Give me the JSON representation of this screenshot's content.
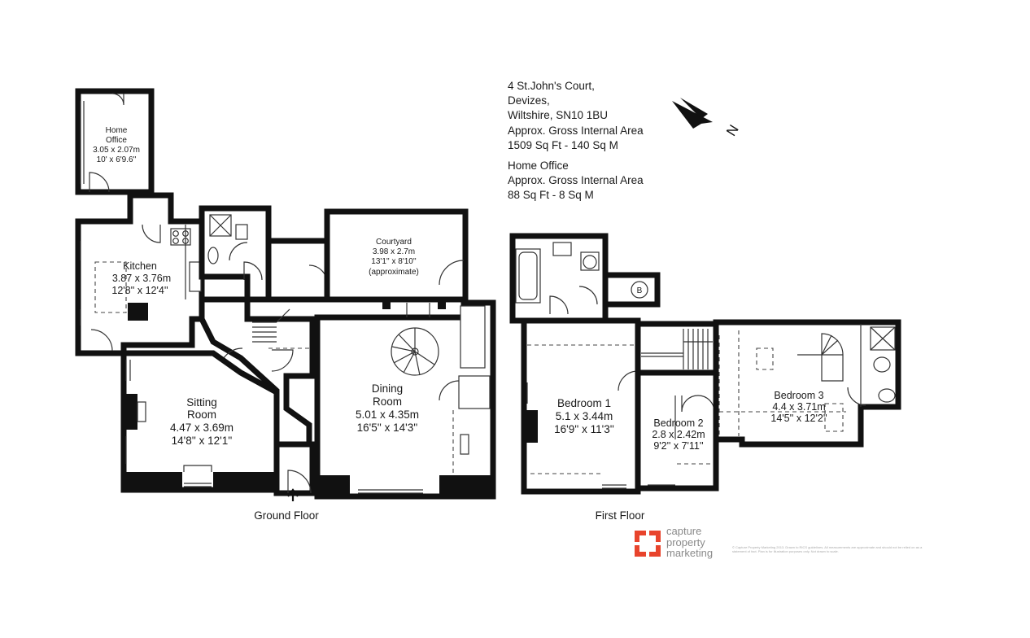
{
  "address": {
    "line1": "4 St.John's Court,",
    "line2": "Devizes,",
    "line3": "Wiltshire, SN10 1BU",
    "area_label": "Approx. Gross Internal Area",
    "area_value": "1509 Sq Ft  -  140  Sq M"
  },
  "home_office_info": {
    "title": "Home Office",
    "area_label": "Approx. Gross Internal Area",
    "area_value": "88 Sq Ft  -  8  Sq M"
  },
  "compass": {
    "label": "N",
    "icon": "north-arrow-icon"
  },
  "floors": {
    "ground": "Ground Floor",
    "first": "First Floor"
  },
  "rooms": {
    "home_office": {
      "name1": "Home",
      "name2": "Office",
      "metric": "3.05 x 2.07m",
      "imperial": "10' x 6'9.6''"
    },
    "kitchen": {
      "name": "Kitchen",
      "metric": "3.87 x 3.76m",
      "imperial": "12'8'' x 12'4''"
    },
    "courtyard": {
      "name": "Courtyard",
      "metric": "3.98 x 2.7m",
      "imperial": "13'1'' x 8'10''",
      "note": "(approximate)"
    },
    "sitting": {
      "name1": "Sitting",
      "name2": "Room",
      "metric": "4.47 x 3.69m",
      "imperial": "14'8'' x 12'1''"
    },
    "dining": {
      "name1": "Dining",
      "name2": "Room",
      "metric": "5.01 x 4.35m",
      "imperial": "16'5'' x 14'3''"
    },
    "bedroom1": {
      "name": "Bedroom 1",
      "metric": "5.1 x 3.44m",
      "imperial": "16'9'' x 11'3''"
    },
    "bedroom2": {
      "name": "Bedroom 2",
      "metric": "2.8 x 2.42m",
      "imperial": "9'2'' x 7'11''"
    },
    "bedroom3": {
      "name": "Bedroom 3",
      "metric": "4.4 x 3.71m",
      "imperial": "14'5'' x 12'2''"
    },
    "boiler": {
      "label": "B"
    }
  },
  "brand": {
    "line1": "capture",
    "line2": "property",
    "line3": "marketing",
    "accent": "#e8442c",
    "disclaimer": "© Capture Property Marketing 2013. Drawn to RICS guidelines. All measurements are approximate and should not be relied on as a statement of fact. Plan is for illustration purposes only. Not drawn to scale."
  }
}
